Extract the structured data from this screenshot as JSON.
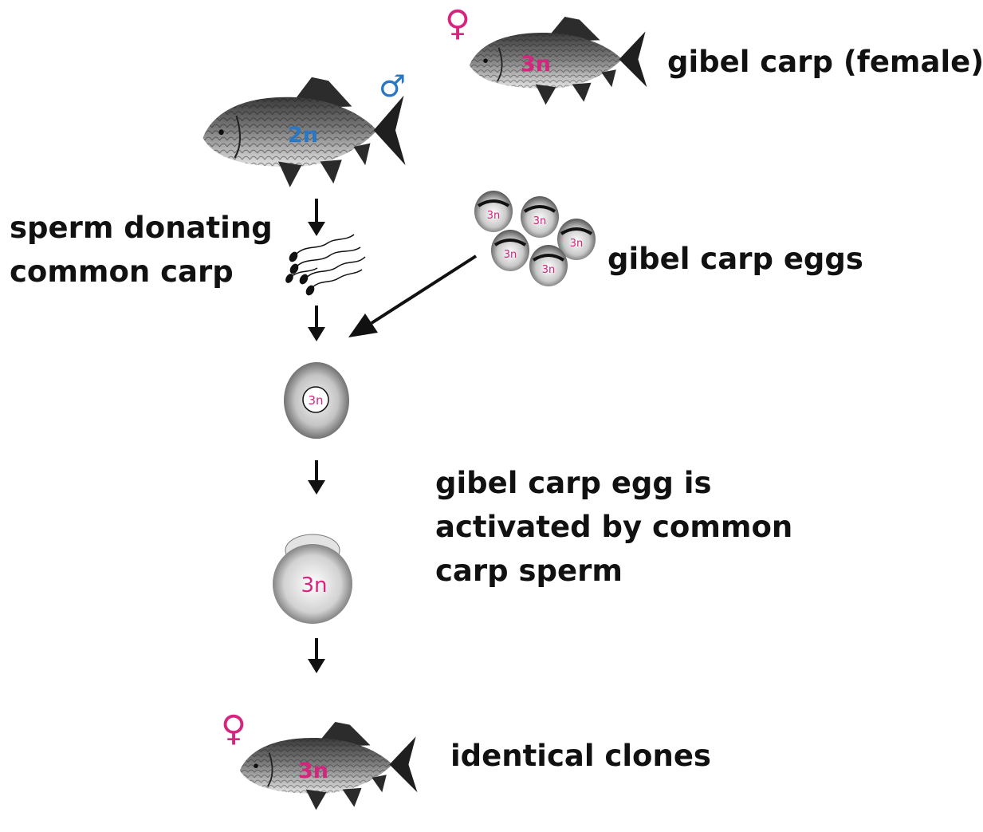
{
  "labels": {
    "gibel_female": "gibel carp (female)",
    "sperm_donor_line1": "sperm donating",
    "sperm_donor_line2": "common carp",
    "gibel_eggs": "gibel carp eggs",
    "activation_line1": "gibel carp egg is",
    "activation_line2": "activated by common",
    "activation_line3": "carp sperm",
    "clones": "identical clones"
  },
  "ploidy": {
    "female": "3n",
    "male": "2n",
    "egg": "3n",
    "fertilized_egg": "3n",
    "embryo": "3n",
    "clone": "3n"
  },
  "symbols": {
    "female": "♀",
    "male": "♂"
  },
  "colors": {
    "female_accent": "#d6257f",
    "male_accent": "#2a78c4",
    "text": "#111111",
    "arrow": "#111111"
  },
  "icons": [
    "female-symbol-icon",
    "male-symbol-icon",
    "fish-icon",
    "egg-icon",
    "sperm-icon",
    "arrow-down-icon"
  ]
}
